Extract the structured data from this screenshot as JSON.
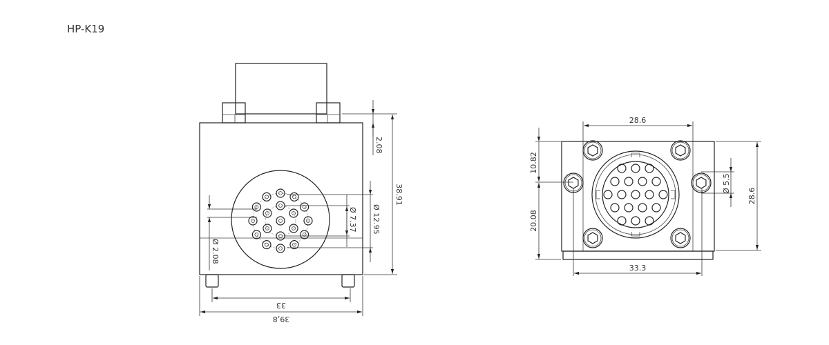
{
  "title": "HP-K19",
  "front_view": {
    "dims": {
      "overall_width": "39,8",
      "foot_spacing": "33",
      "overall_height": "38.91",
      "top_offset": "2.08",
      "outer_pin_circle": "Ø 12.95",
      "inner_pin_circle": "Ø 7.37",
      "pin_diameter": "Ø 2.08"
    }
  },
  "side_view": {
    "dims": {
      "flange_width": "28.6",
      "mount_hole_spacing": "33.3",
      "height": "28.6",
      "upper_offset": "10.82",
      "lower_offset": "20.08",
      "hole_diameter": "Ø 5.5"
    }
  }
}
